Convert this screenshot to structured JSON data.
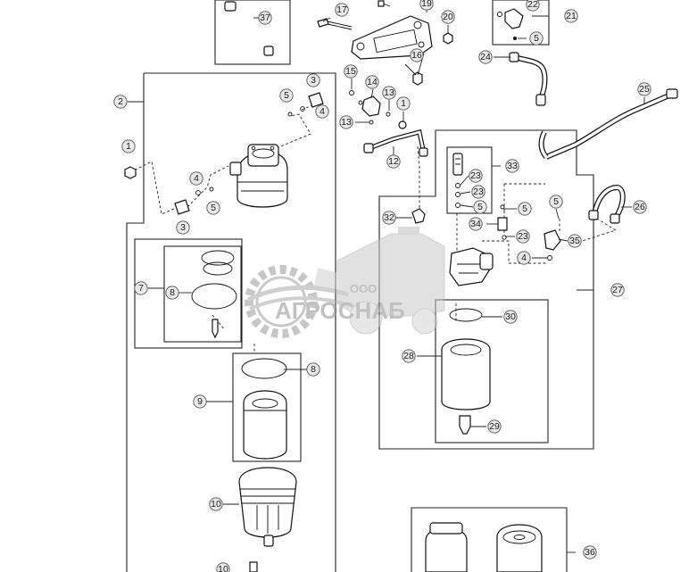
{
  "diagram": {
    "callouts": [
      "1",
      "2",
      "3",
      "4",
      "5",
      "7",
      "8",
      "9",
      "10",
      "12",
      "13",
      "14",
      "15",
      "16",
      "17",
      "19",
      "20",
      "21",
      "22",
      "23",
      "24",
      "25",
      "26",
      "27",
      "28",
      "29",
      "30",
      "32",
      "33",
      "34",
      "35",
      "36",
      "37"
    ]
  },
  "watermark": {
    "prefix": "ООО",
    "name": "АГРОСНАБ"
  },
  "colors": {
    "line": "#111111",
    "callout_fill": "#e8e8e8",
    "watermark": "#8f8f8f"
  }
}
